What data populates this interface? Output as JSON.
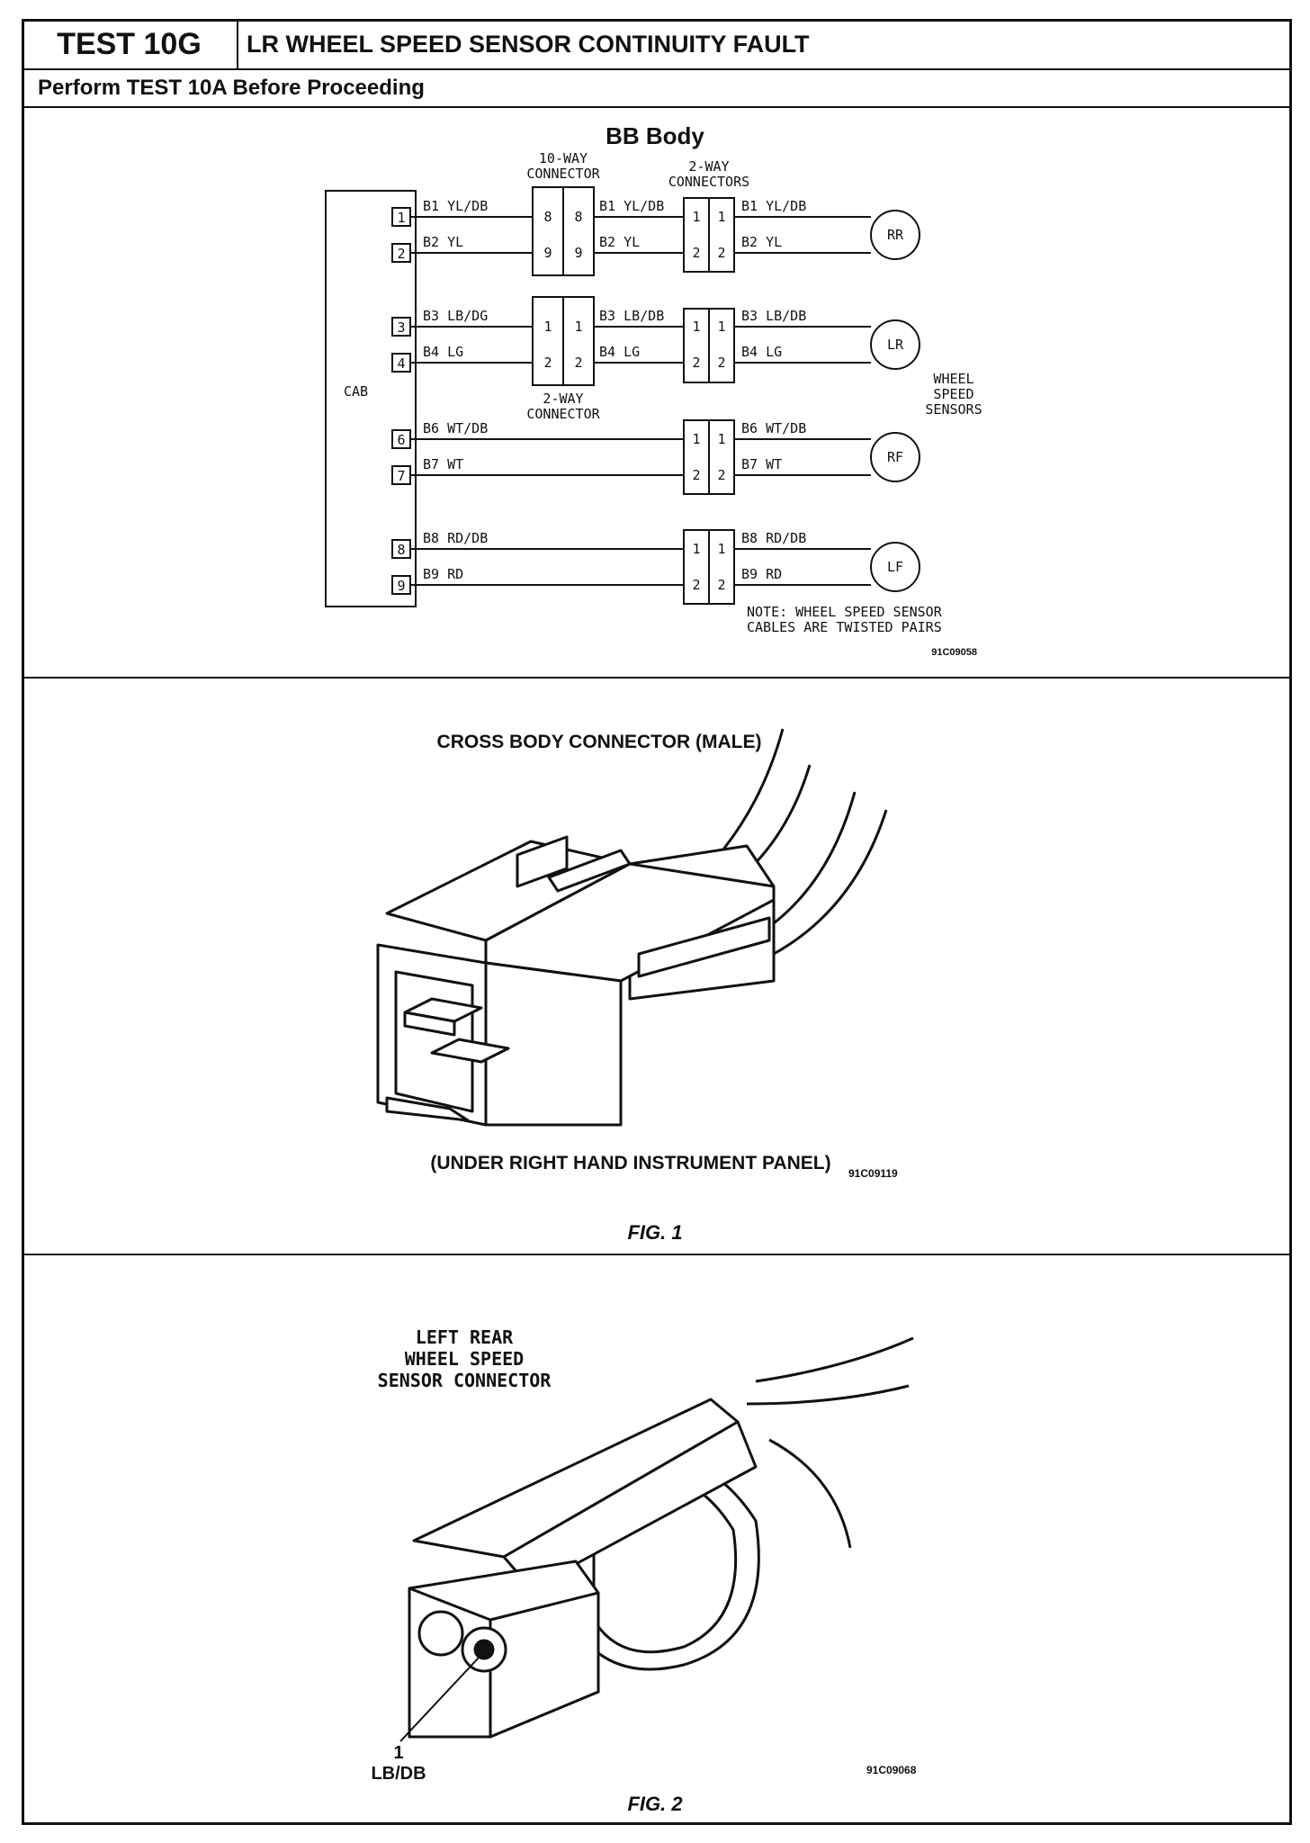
{
  "header": {
    "test_id": "TEST 10G",
    "title": "LR WHEEL SPEED SENSOR CONTINUITY FAULT",
    "prerequisite": "Perform TEST 10A Before Proceeding"
  },
  "schematic": {
    "title": "BB Body",
    "module_label": "CAB",
    "connector_10way_label": [
      "10-WAY",
      "CONNECTOR"
    ],
    "connectors_2way_label": [
      "2-WAY",
      "CONNECTORS"
    ],
    "connector_2way_label": [
      "2-WAY",
      "CONNECTOR"
    ],
    "sensors_label": [
      "WHEEL",
      "SPEED",
      "SENSORS"
    ],
    "cab_pins": [
      "1",
      "2",
      "3",
      "4",
      "6",
      "7",
      "8",
      "9"
    ],
    "circuits": {
      "b1": "B1 YL/DB",
      "b2": "B2 YL",
      "b3_left": "B3 LB/DG",
      "b3": "B3 LB/DB",
      "b4": "B4 LG",
      "b6": "B6 WT/DB",
      "b7": "B7 WT",
      "b8": "B8 RD/DB",
      "b9": "B9 RD"
    },
    "pin_numbers": {
      "p8": "8",
      "p9": "9",
      "p1": "1",
      "p2": "2"
    },
    "sensors": [
      "RR",
      "LR",
      "RF",
      "LF"
    ],
    "note": [
      "NOTE: WHEEL SPEED SENSOR",
      "CABLES ARE TWISTED PAIRS"
    ],
    "figure_code": "91C09058"
  },
  "fig1": {
    "label_top": "CROSS BODY CONNECTOR (MALE)",
    "label_bottom": "(UNDER RIGHT HAND INSTRUMENT PANEL)",
    "figure_code": "91C09119",
    "caption": "FIG. 1"
  },
  "fig2": {
    "label": [
      "LEFT REAR",
      "WHEEL SPEED",
      "SENSOR CONNECTOR"
    ],
    "pin_number": "1",
    "pin_wire": "LB/DB",
    "figure_code": "91C09068",
    "caption": "FIG. 2"
  }
}
